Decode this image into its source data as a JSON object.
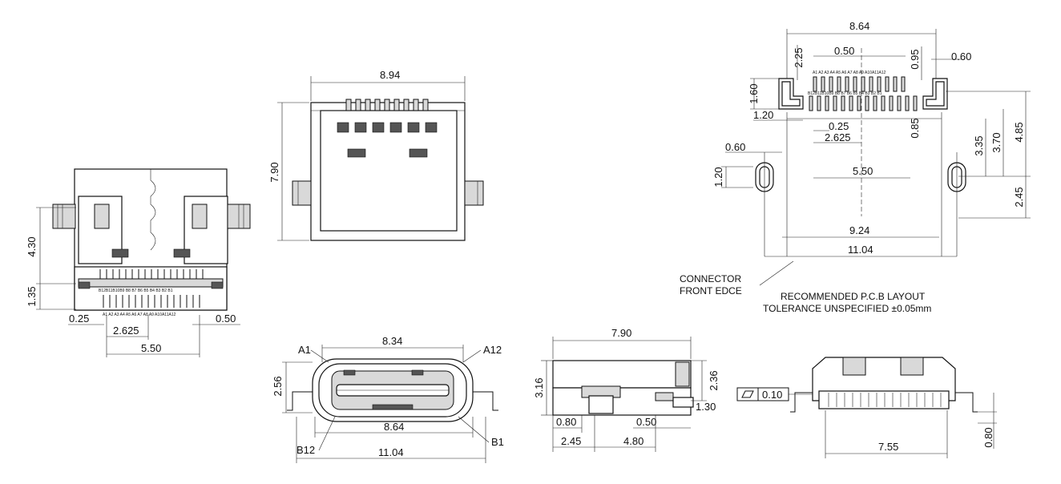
{
  "dims": {
    "top_view_width": "8.94",
    "top_view_height": "7.90",
    "side_left_430": "4.30",
    "side_left_135": "1.35",
    "bottom_pitch": "0.25",
    "bottom_2625": "2.625",
    "bottom_050": "0.50",
    "bottom_550": "5.50",
    "front_834": "8.34",
    "front_256": "2.56",
    "front_864": "8.64",
    "front_1104": "11.04",
    "front_A1": "A1",
    "front_A12": "A12",
    "front_B12": "B12",
    "front_B1": "B1",
    "side_790": "7.90",
    "side_316": "3.16",
    "side_236": "2.36",
    "side_130": "1.30",
    "side_080": "0.80",
    "side_050": "0.50",
    "side_245": "2.45",
    "side_480": "4.80",
    "flat_010": "0.10",
    "rear_755": "7.55",
    "rear_080": "0.80",
    "pcb_864": "8.64",
    "pcb_225": "2.25",
    "pcb_050": "0.50",
    "pcb_095": "0.95",
    "pcb_060_top": "0.60",
    "pcb_160": "1.60",
    "pcb_120_left": "1.20",
    "pcb_025": "0.25",
    "pcb_2625": "2.625",
    "pcb_085": "0.85",
    "pcb_335": "3.35",
    "pcb_370": "3.70",
    "pcb_485": "4.85",
    "pcb_060_left": "0.60",
    "pcb_120_slot": "1.20",
    "pcb_550": "5.50",
    "pcb_245": "2.45",
    "pcb_924": "9.24",
    "pcb_1104": "11.04"
  },
  "pins_top_row": "A1 A2 A3 A4 A5 A6 A7 A8 A9 A10A11A12",
  "pins_bottom_row": "B12B11B10B9 B8 B7 B6 B5 B4 B3 B2 B1",
  "bottom_pins_row1": "B12B11B10B9 B8 B7 B6 B5 B4 B3 B2 B1",
  "bottom_pins_row2": "A1 A2 A3 A4 A5 A6 A7 A8 A9 A10A11A12",
  "notes": {
    "connector_front_line1": "CONNECTOR",
    "connector_front_line2": "FRONT EDCE",
    "pcb_title": "RECOMMENDED P.C.B LAYOUT",
    "tolerance": "TOLERANCE UNSPECIFIED ±0.05mm"
  }
}
